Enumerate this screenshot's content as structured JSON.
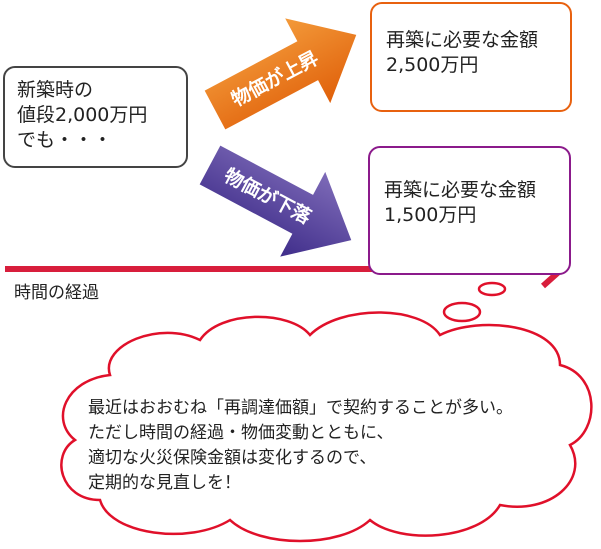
{
  "start_box": {
    "lines": [
      "新築時の",
      "値段2,000万円",
      "でも・・・"
    ]
  },
  "up_arrow": {
    "label": "物価が上昇",
    "color": "#e8700f"
  },
  "down_arrow": {
    "label": "物価が下落",
    "color": "#5a44a0"
  },
  "up_box": {
    "lines": [
      "再築に必要な金額",
      "2,500万円"
    ],
    "color": "#e8610f"
  },
  "down_box": {
    "lines": [
      "再築に必要な金額",
      "1,500万円"
    ],
    "color": "#8b1a8b"
  },
  "timeline": {
    "label": "時間の経過",
    "color": "#d81e3c"
  },
  "cloud": {
    "lines": [
      "最近はおおむね「再調達価額」で契約することが多い。",
      "ただし時間の経過・物価変動とともに、",
      "適切な火災保険金額は変化するので、",
      "定期的な見直しを！"
    ],
    "color": "#e0102a"
  }
}
